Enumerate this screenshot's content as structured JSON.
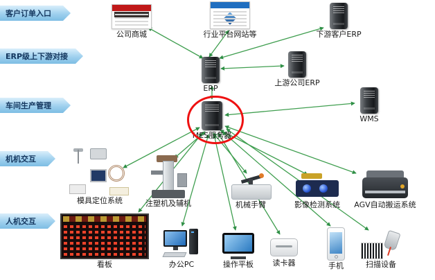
{
  "sections": [
    {
      "label": "客户订单入口"
    },
    {
      "label": "ERP级上下游对接"
    },
    {
      "label": "车间生产管理"
    },
    {
      "label": "机机交互"
    },
    {
      "label": "人机交互"
    }
  ],
  "nodes": {
    "mall": {
      "label": "公司商城"
    },
    "industry_platform": {
      "label": "行业平台网站等"
    },
    "downstream_erp": {
      "label": "下游客户ERP"
    },
    "erp": {
      "label": "ERP"
    },
    "upstream_erp": {
      "label": "上游公司ERP"
    },
    "mes": {
      "label": "MES服务器"
    },
    "wms": {
      "label": "WMS"
    },
    "mold_positioning": {
      "label": "模具定位系统"
    },
    "injection_machine": {
      "label": "注塑机及辅机"
    },
    "robot_arm": {
      "label": "机械手臂"
    },
    "vision_inspection": {
      "label": "影像检测系统"
    },
    "agv": {
      "label": "AGV自动搬运系统"
    },
    "kanban": {
      "label": "看板"
    },
    "office_pc": {
      "label": "办公PC"
    },
    "tablet": {
      "label": "操作平板"
    },
    "card_reader": {
      "label": "读卡器"
    },
    "phone": {
      "label": "手机"
    },
    "scanner": {
      "label": "扫描设备"
    }
  },
  "colors": {
    "ribbon_blue": "#9fd0ee",
    "arrow_green": "#3f9e4f",
    "highlight_red": "#ee1111"
  }
}
